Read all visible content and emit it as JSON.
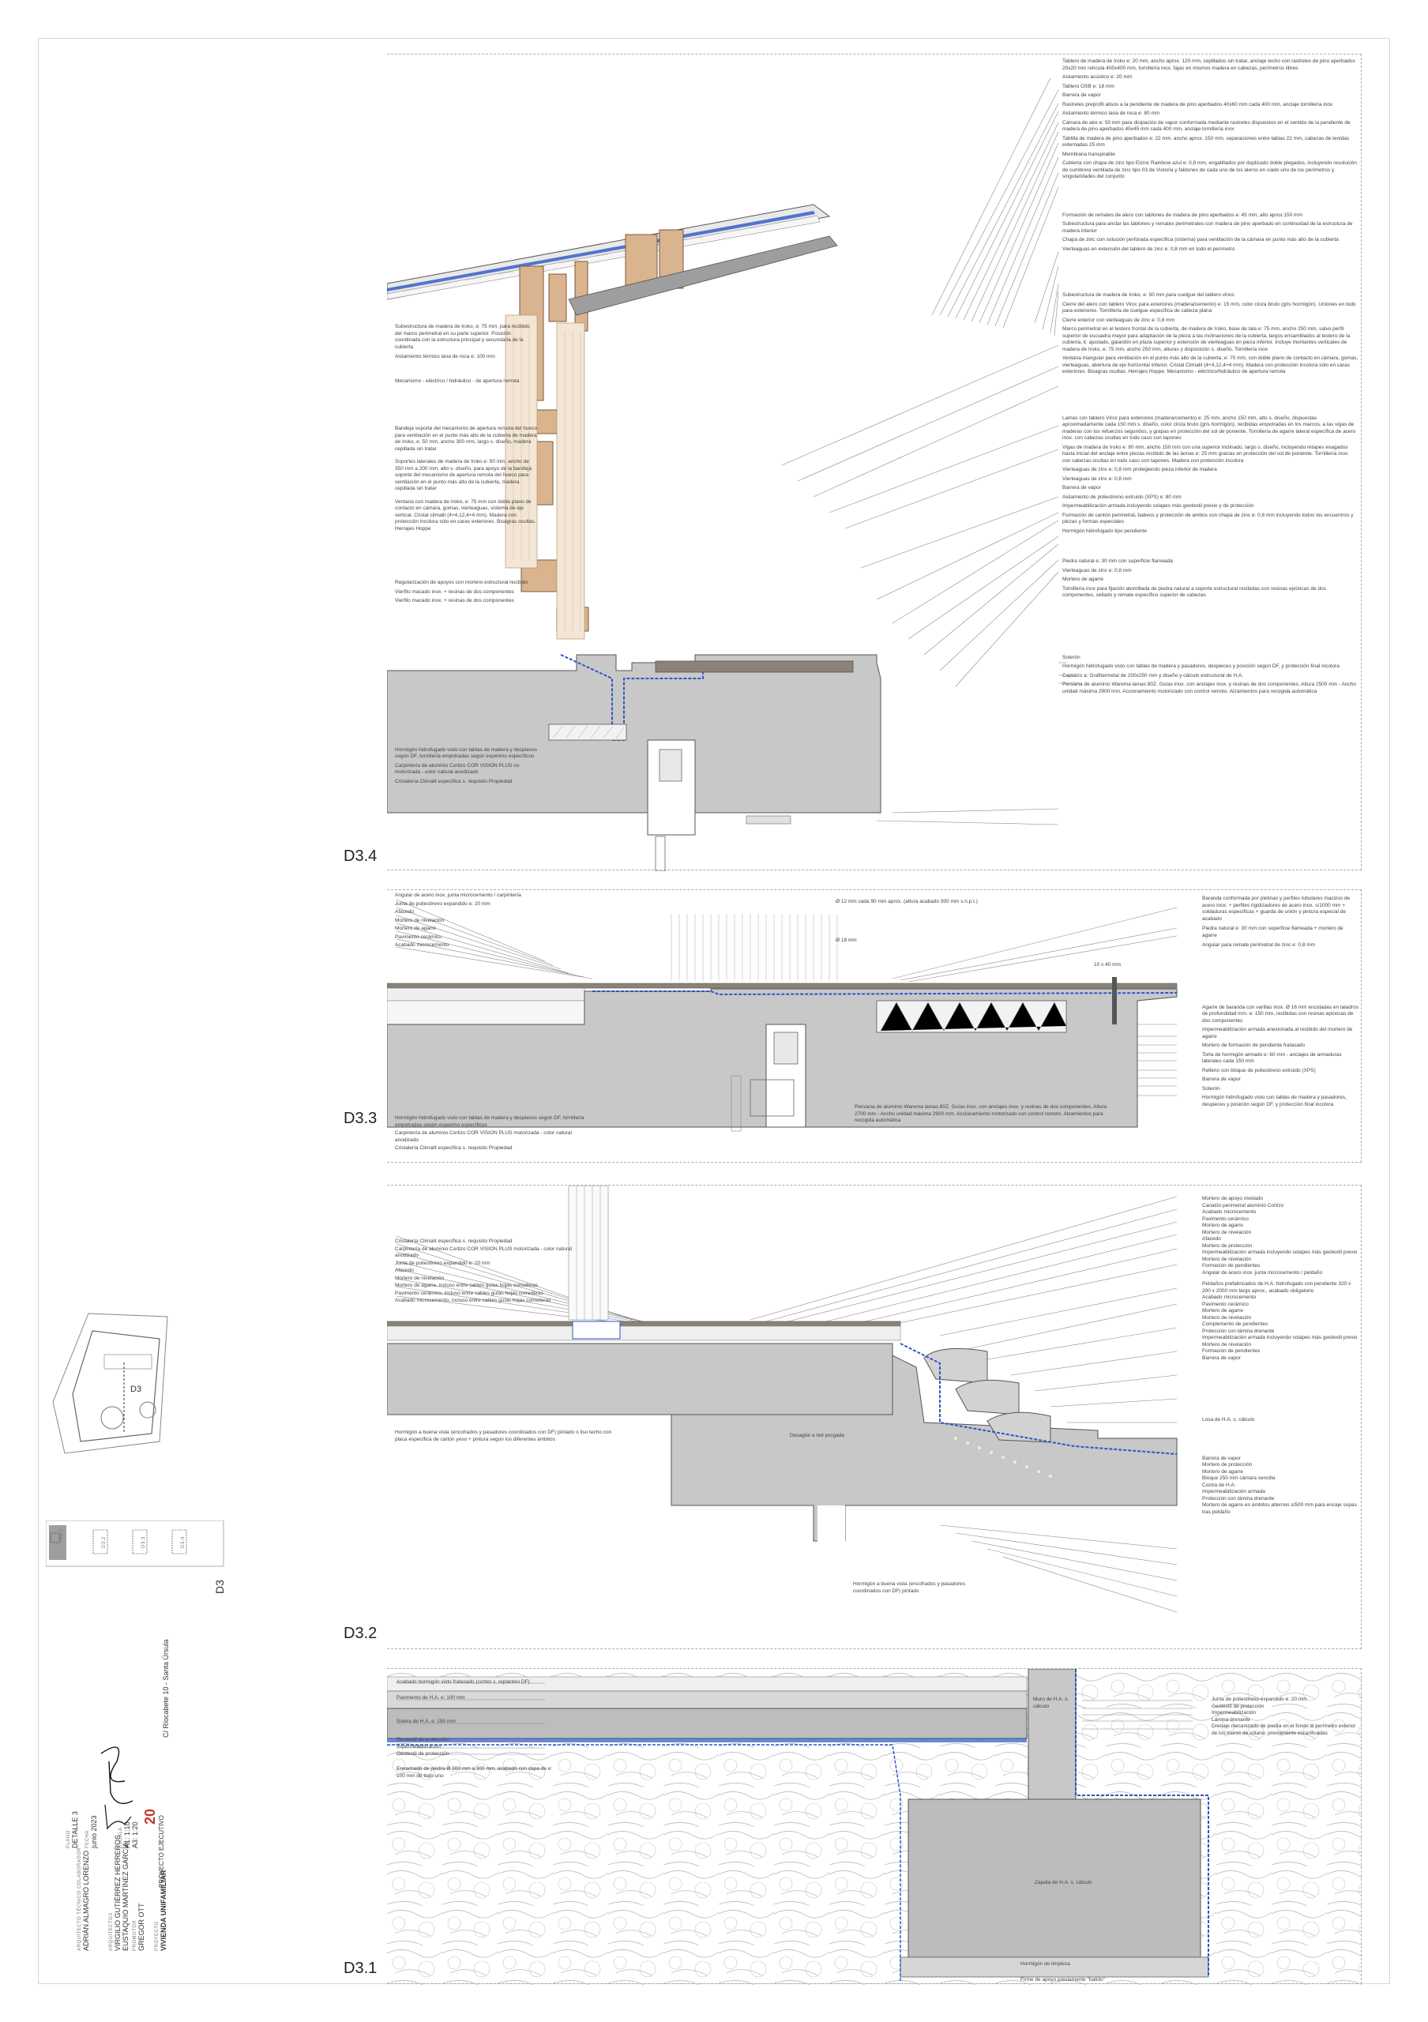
{
  "details": {
    "d34": {
      "label": "D3.4",
      "right_notes": [
        "Tablero de madera de Iroko e: 20 mm, ancho aprox. 120 mm, cepillados sin tratar, anclaje techo con rastreles de pino aperbados 20x20 mm retícula 400x400 mm, tornillería inox, fajas en mismos madera en cabezas, perímetros libres",
        "Aislamiento acústico e: 20 mm",
        "Tablero OSB e: 18 mm",
        "Barrera de vapor",
        "Rastreles preprofil alisos a la pendiente de madera de pino aperbados 40x60 mm cada 400 mm, anclaje tornillería inox",
        "Aislamiento térmico lana de roca e: 80 mm",
        "Cámara de aire e: 50 mm para disipación de vapor conformada mediante rastreles dispuestos en el sentido de la pendiente de madera de pino aperbados 45x45 mm cada 400 mm, anclaje tornillería inox",
        "Tablilla de madera de pino aperbados e: 22 mm, ancho aprox. 150 mm, separaciones entre tablas 22 mm, cabezas de tenidas externadas 25 mm",
        "Membrana transpirable",
        "Cubierta con chapa de zinc tipo Elzinc Rainbow azul e: 0,8 mm, engatillados por duplicado doble plegados, incluyendo resolución de cumbrera ventilada de zinc tipo 03 de Vistoria y faldones de cada uno de los aleros en ciado uno de los perímetros y singularidades del conjunto",
        "Formación de remates de alero con tablones de madera de pino aperbados e: 45 mm, alto aprox.150 mm",
        "Subestructura para anclar las tablones y remates perimetrales con madera de pino aperbado en continuidad de la estructura de madera interior",
        "Chapa de zinc con solución perforada específica (sistema) para ventilación de la cámara en punto más alto de la cubierta",
        "Vierteaguas en extensión del tablero de zinc e: 0,8 mm en todo el perímetro",
        "Subestructura de madera de Iroko, e: 50 mm para cuelgue del tablero vinoc",
        "Cierre del alero con tablero Viroc para exteriores (madera/cemento) e: 15 mm, color cinza bruto (gris hormigón). Uniones en todo para exteriores. Tornillería de cuelgue específica de cabeza plana",
        "Cierre exterior con vierteaguas de zinc e: 0,8 mm",
        "Marco perimetral en el testero frontal de la cubierta, de madera de Iroko, base de tala e: 75 mm, ancho 250 mm, salvo perfil superior de escuadra mayor para adaptación de la pieza a las inclinaciones de la cubierta, largos ensamblados al testero de la cubierta, k: ajustado, galardón en plaza superior y extensión de vierteaguas en pieza inferior. Incluye montantes verticales de madera de Iroko, e: 75 mm, ancho 250 mm, alturas y disposición s. diseño. Tornillería inox",
        "Ventana triangular para ventilación en el punto más alto de la cubierta, e: 75 mm, con doble plano de contacto en cámara, gomas, vierteaguas, abertura de eje horizontal inferior. Cristal Climalit (4+4,12,4+4 mm). Madera con protección incolora sólo en caras exteriores. Bisagras ocultas. Herrajes Hoppe. Mecanismo - eléctrico/hidráulico de apertura remota",
        "Lamas con tablero Viroc para exteriores (madera/cemento) e: 25 mm, ancho 150 mm, alto s. diseño, dispuestas aproximadamente cada 150 mm s. diseño, color cinza bruto (gris hormigón), recibidas empotradas en los marcos, a las vigas de maderas con los refuerzos segundos, y grapas en protección del sol de poniente. Tornillería de agarre lateral específica de acero inox. con cabezas ocultas en todo caso con tapones",
        "Vigas de madera de Iroko e: 80 mm, ancho 150 mm con una superior inclinado, largo s. diseño, incluyendo retapes exagados hasta inicial del anclaje entre piezas recibido de las lamas e: 25 mm gracias en protección del sol de poniente. Tornillería inox. con cabezas ocultas en todo caso con tapones. Madera con protección incolora",
        "Vierteaguas de zinc e: 0,8 mm protegiendo pieza inferior de madera",
        "Vierteaguas de zinc e: 0,8 mm",
        "Barrera de vapor",
        "Aislamiento de poliestireno extruido (XPS) e: 80 mm",
        "Impermeabilización armada incluyendo solapes más geotextil previo y de protección",
        "Formación de cantón perimetral, babeos y protección de ambos con chapa de zinc e: 0,8 mm incluyendo todos los encuentros y piezas y formas especiales",
        "Hormigón hidrofugado tipo pendiente",
        "Piedra natural e: 30 mm con superficie flameada",
        "Vierteaguas de zinc e: 0,8 mm",
        "Mortero de agarre",
        "Tornillería inox para fijación atornillada de piedra natural a soporte estructural recibidas con resinas epóxicas de dos componentes, sellado y remate específico superior de cabezas",
        "Soterón",
        "Hormigón hidrofugado visto con tablas de madera y pasadores, despieces y posición según DF, y protección final incolora",
        "Capialzo a: Grafitermetal de 200x250 mm y diseño y cálculo estructural de H.A.",
        "Persiana de aluminio Warema lamas 80Z. Guías inox. con anclajes inox. y resinas de dos componentes. Altura 2500 mm - Ancho unidad máxima 2900 mm. Accionamiento motorizado con control remoto. Alzamientos para recogida automática"
      ],
      "left_notes": [
        "Subestructura de madera de Iroko, e: 75 mm, para recibido del marco perimetral en su parte superior. Posición coordinada con la estructura principal y secundaria de la cubierta",
        "Aislamiento térmico lana de roca e: 100 mm",
        "Mecanismo - eléctrico / hidráulico - de apertura remota",
        "Bandeja soporte del mecanismo de apertura remota del hueco para ventilación en el punto más alto de la cubierta de madera de Iroko, e: 50 mm, ancho 300 mm, largo s. diseño, madera cepillada sin tratar",
        "Soportes laterales de madera de Iroko e: 50 mm, ancho de 350 mm a 200 mm, alto s. diseño, para apoyo de la bandeja soporte del mecanismo de apertura remota del hueco para ventilación en el punto más alto de la cubierta, madera cepillada sin tratar",
        "Ventana con madera de Iroko, e: 75 mm con doble plano de contacto en cámara, gomas, vierteaguas, sistema de eje vertical. Cristal climalit (4+4,12,4+4 mm). Madera con protección incolora sólo en caras exteriores. Bisagras ocultas. Herrajes Hoppe",
        "Regularización de apoyos con mortero estructural recibido",
        "Vierfilo macado inox. + resinas de dos componentes",
        "Vierfilo macado inox. + resinas de dos componentes",
        "Hormigón hidrofugado visto con tablas de madera y despieces según DF, tornillería empotradas según esperimo específicos",
        "Carpintería de aluminio Cortizo COR VISION PLUS no motorizada - color natural anodizado",
        "Cristalería Climalit específica s. requisito Propiedad"
      ]
    },
    "d33": {
      "label": "D3.3",
      "left_notes": [
        "Angular de acero inox. junta microcemento / carpintería",
        "Junta de poliestireno expandido e: 20 mm",
        "Afacedo",
        "Mortero de nivelación",
        "Mortero de agarre",
        "Pavimento cerámico",
        "Acabado microcemento"
      ],
      "top_notes": [
        "Ø 12 mm cada 90 mm aprox. (altura acabado 900 mm s.n.p.t.)",
        "Ø 18 mm",
        "10 x 40 mm"
      ],
      "right_notes": [
        "Baranda conformada por pletinas y perfiles tubulares macizos de acero inox. + perfiles rigidizadores de acero inox. s/1000 mm + soldaduras específicas + guarda de unión y pintura especial de acabado",
        "Piedra natural e: 30 mm con superficie flameada + mortero de agarre",
        "Angular para remate perimetral de zinc e: 0,8 mm",
        "Agarre de baranda con varillas inox. Ø 16 mm encoladas en taladros de profundidad mín. e: 150 mm, recibidas con resinas epóxicas de dos componentes",
        "Impermeabilización armada anexionada al recibido del mortero de agarre",
        "Mortero de formación de pendiente fratasado",
        "Torta de hormigón armado e: 60 mm - anclajes de armaduras laterales cada 150 mm",
        "Relleno con bloque de poliestireno extruido (XPS)",
        "Barrera de vapor",
        "Soterón",
        "Hormigón hidrofugado visto con tablas de madera y pasadores, despieces y posición según DF, y protección final incolora"
      ],
      "bottom_left_notes": [
        "Hormigón hidrofugado visto con tablas de madera y despieces según DF, tornillería empotradas según esperimo específicos",
        "Carpintería de aluminio Cortizo COR VISION PLUS motorizada - color natural anodizado",
        "Cristalería Climalit específica s. requisito Propiedad"
      ],
      "bottom_mid_note": "Persiana de aluminio Warema lamas 80Z. Guías inox. con anclajes inox. y resinas de dos componentes. Altura 2700 mm - Ancho unidad máxima 2900 mm. Accionamiento motorizado con control remoto. Alzamientos para recogida automática"
    },
    "d32": {
      "label": "D3.2",
      "left_notes": [
        "Cristalería Climalit específica s. requisito Propiedad",
        "Carpintería de aluminio Cortizo COR VISION PLUS motorizada - color natural anodizado",
        "Junta de poliestireno expandido e: 20 mm",
        "Afacedo",
        "Mortero de nivelación",
        "Mortero de agarre, incluso entre cables guías hojas correderas",
        "Pavimento cerámico, incluso entre cables guías hojas correderas",
        "Acabado microcemento, incluso entre cables guías hojas correderas"
      ],
      "mid_notes": [
        "Hormigón a buena vista (encofrados y pasadores coordinados con DF) pintado o liso techo con placa específica de cartón yeso + pintura según los diferentes ámbitos",
        "Desagüe a red pvcgada",
        "Hormigón a buena vista (encofrados y pasadores coordinados con DF) pintado"
      ],
      "right_notes": [
        "Mortero de apoyo nivelado",
        "Canalón perimetral aluminio Cortizo",
        "Acabado microcemento",
        "Pavimento cerámico",
        "Mortero de agarre",
        "Mortero de nivelación",
        "Afacedo",
        "Mortero de protección",
        "Impermeabilización armada incluyendo solapes más geotextil previo",
        "Mortero de nivelación",
        "Formación de pendientes",
        "Angular de acero inox. junta microcemento / peldaño",
        "Peldaños prefabricados de H.A. hidrofugado con pendiente 320 x 200 x 2000 mm largo aprox., acabado obligatorio",
        "Acabado microcemento",
        "Pavimento cerámico",
        "Mortero de agarre",
        "Mortero de nivelación",
        "Complemento de pendientes",
        "Protección con lámina drenante",
        "Impermeabilización armada incluyendo solapes más geotextil previo",
        "Mortero de nivelación",
        "Formación de pendientes",
        "Barrera de vapor",
        "Losa de H.A. s. cálculo",
        "Barrera de vapor",
        "Mortero de protección",
        "Mortero de agarre",
        "Bloque 250 mm cámara sencilla",
        "Costra de H.A.",
        "Impermeabilización armada",
        "Protección con lámina drenante",
        "Mortero de agarre en ámbitos alternos s/500 mm para encaje sopas tras peldaño"
      ]
    },
    "d31": {
      "label": "D3.1",
      "left_notes": [
        "Acabado hormigón visto fratasado (cortes s. replanteo DF)",
        "Pavimento de H.A. e: 100 mm",
        "Solera de H.A. e: 150 mm",
        "Geotextil de protección",
        "Impermeabilización",
        "Geotextil de protección",
        "Encachado de piedra Ø 300 mm a 300 mm, acabado con capa de e: 100 mm de todo uno"
      ],
      "center_notes": [
        "Muro de H.A. s. cálculo",
        "Zapata de H.A. s. cálculo",
        "Hormigón de limpieza",
        "Firme de apoyo previamente \"batido\""
      ],
      "right_notes": [
        "Junta de poliestireno expandido e: 20 mm",
        "Geotextil de protección",
        "Impermeabilización",
        "Lámina drenante",
        "Drenaje mecanizado de piedra en el fondo al perímetro exterior de los muros de sótano, previamente escarificadas"
      ]
    }
  },
  "title_block": {
    "project_label": "PROYECTO",
    "project_name": "VIVIENDA UNIFAMILIAR",
    "address": "C/ Riocabete 10 - Santa Úrsula",
    "promoter_label": "PROMOTOR",
    "promoter": "GREGOR OTT",
    "architect_label": "ARQUITECTOS",
    "architects": [
      "VIRGILIO GUTIÉRREZ HERREROS",
      "EUSTAQUIO MARTÍNEZ GARCÍA"
    ],
    "tech_label": "ARQUITECTO TÉCNICO COLABORADOR",
    "tech": "ADRIÁN ALMAGRO LORENZO",
    "phase": "PROYECTO EJECUTIVO",
    "sheet_number": "20",
    "scale_label": "ESCALA",
    "scale_a1": "A1: 1:10",
    "scale_a3": "A3: 1:20",
    "date_label": "FECHA",
    "date": "junio 2023",
    "plan_label": "PLANO",
    "plan": "DETALLE 3"
  },
  "key_plan": {
    "label": "D3",
    "sub_labels": [
      "D3.1",
      "D3.2",
      "D3.3",
      "D3.4"
    ]
  },
  "colors": {
    "concrete": "#c8c8c8",
    "wood": "#d9b48f",
    "insulation": "#f2f2f2",
    "membrane": "#2b56c7",
    "line": "#555555"
  }
}
